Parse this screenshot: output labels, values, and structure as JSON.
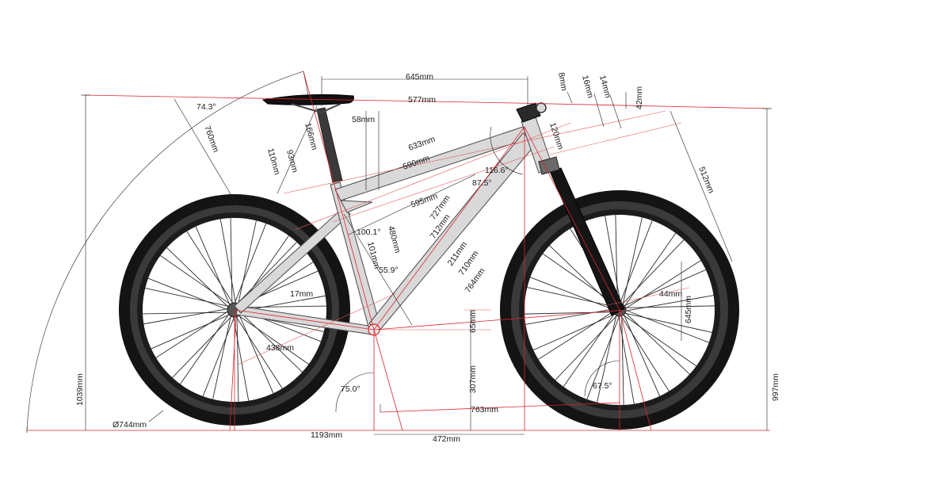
{
  "drawing": {
    "colors": {
      "measure_red": "#d7262e",
      "frame_fill": "#d9d9d9",
      "tire": "#141414",
      "background": "#ffffff"
    }
  },
  "labels": {
    "top_tube_horizontal": "645mm",
    "saddle_setback": "577mm",
    "stack_small_8": "8mm",
    "spacer_16": "16mm",
    "stem_14": "14mm",
    "stem_42": "42mm",
    "seat_angle": "74.3°",
    "seat_offset_58": "58mm",
    "saddle_height_760": "760mm",
    "seatpost_166": "166mm",
    "len_633": "633mm",
    "len_110": "110mm",
    "len_93": "93mm",
    "len_590": "590mm",
    "head_angle_116": "116.6°",
    "angle_87": "87.5°",
    "stem_120": "120mm",
    "fork_512": "512mm",
    "len_595": "595mm",
    "len_727": "727mm",
    "len_712": "712mm",
    "angle_100": "100.1°",
    "len_480": "480mm",
    "len_101": "101mm",
    "len_211": "211mm",
    "len_710": "710mm",
    "angle_55": "55.9°",
    "len_764": "764mm",
    "len_17": "17mm",
    "fork_offset_44": "44mm",
    "axle_645": "645mm",
    "bb_drop_65": "65mm",
    "chainstay_438": "438mm",
    "bb_height_307": "307mm",
    "angle_75": "75.0°",
    "head_tube_angle": "67.5°",
    "front_center_763": "763mm",
    "overall_height_1039": "1039mm",
    "front_height_997": "997mm",
    "wheel_diameter": "Ø744mm",
    "wheelbase_1193": "1193mm",
    "reach_472": "472mm"
  }
}
